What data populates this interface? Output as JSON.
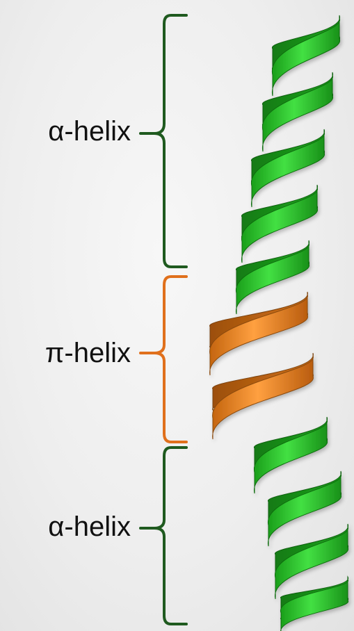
{
  "diagram": {
    "segments": [
      {
        "name": "alpha-top",
        "label": "α-helix",
        "color": "#1f5a1f"
      },
      {
        "name": "pi-middle",
        "label": "π-helix",
        "color": "#e0701c"
      },
      {
        "name": "alpha-bottom",
        "label": "α-helix",
        "color": "#1f5a1f"
      }
    ],
    "colors": {
      "alpha_ribbon": "#2ecc2e",
      "alpha_ribbon_dark": "#179817",
      "pi_ribbon": "#f08a1a",
      "pi_ribbon_dark": "#b85e10",
      "background": "#eeeeee"
    }
  }
}
